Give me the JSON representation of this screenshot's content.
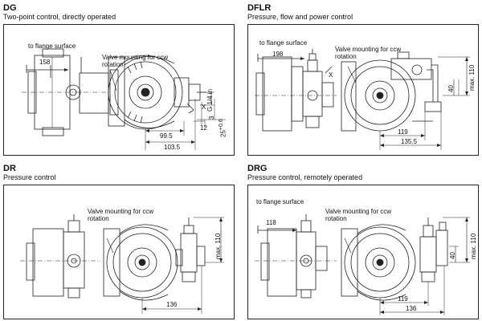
{
  "panels": [
    {
      "code": "DG",
      "subtitle": "Two-point control, directly operated",
      "flange_label": "to flange surface",
      "flange_dim": "158",
      "valve_label": "Valve mounting for ccw rotation",
      "dims": {
        "a": "99.5",
        "b": "103.5",
        "c": "12",
        "d": "3",
        "e": "25",
        "e_sup": "+0.6",
        "thread": "G 1/4 in",
        "x": "X"
      }
    },
    {
      "code": "DFLR",
      "subtitle": "Pressure, flow and power control",
      "flange_label": "to flange surface",
      "flange_dim": "198",
      "valve_label": "Valve mounting for ccw rotation",
      "dims": {
        "a": "119",
        "b": "135.5",
        "max": "max. 110",
        "h": "40",
        "x": "X"
      }
    },
    {
      "code": "DR",
      "subtitle": "Pressure control",
      "valve_label": "Valve mounting for ccw rotation",
      "dims": {
        "a": "136",
        "max": "max. 110"
      }
    },
    {
      "code": "DRG",
      "subtitle": "Pressure control, remotely operated",
      "flange_label": "to flange surface",
      "flange_dim": "118",
      "valve_label": "Valve mounting for ccw rotation",
      "dims": {
        "a": "119",
        "b": "136",
        "max": "max. 110",
        "h": "40"
      }
    }
  ]
}
